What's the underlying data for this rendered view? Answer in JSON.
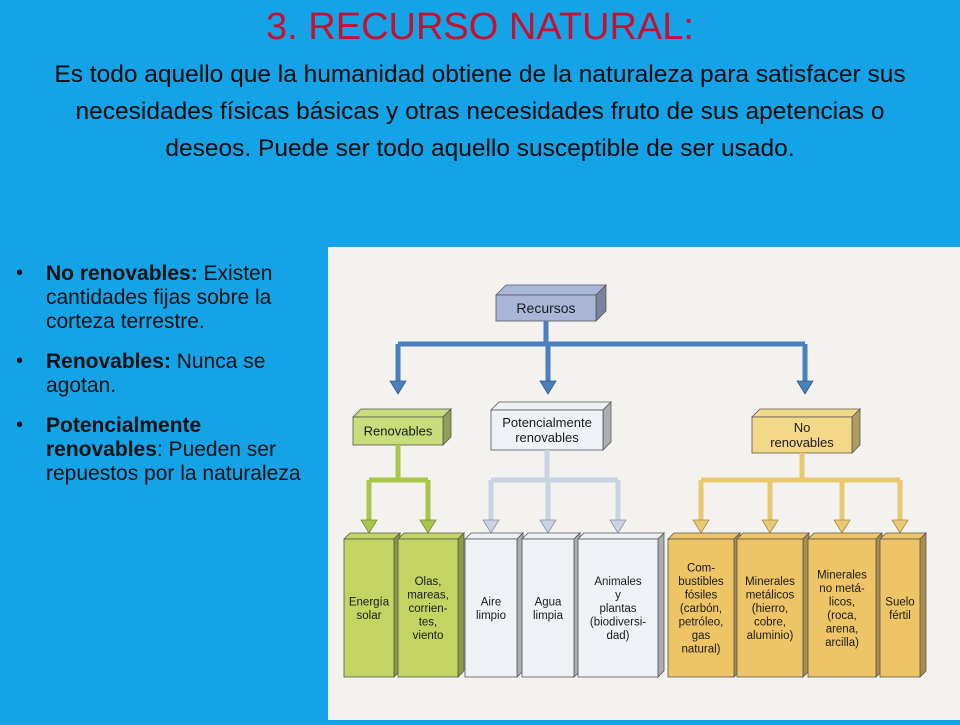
{
  "slide": {
    "title": "3. RECURSO NATURAL:",
    "intro": "Es todo aquello que la humanidad obtiene de la naturaleza para satisfacer sus necesidades físicas básicas y otras necesidades fruto de sus apetencias o deseos. Puede ser todo aquello susceptible de ser usado."
  },
  "bullets": [
    {
      "term": "No renovables:",
      "text": " Existen cantidades fijas sobre la corteza terrestre."
    },
    {
      "term": "Renovables:",
      "text": " Nunca se agotan."
    },
    {
      "term": "Potencialmente renovables",
      "text": ": Pueden ser repuestos por la naturaleza"
    }
  ],
  "diagram": {
    "root": {
      "lines": [
        "Recursos"
      ]
    },
    "categories": [
      {
        "key": "renovables",
        "lines": [
          "Renovables"
        ],
        "color": "#c9dd7a",
        "items": [
          {
            "lines": [
              "Energía",
              "solar"
            ]
          },
          {
            "lines": [
              "Olas,",
              "mareas,",
              "corrien-",
              "tes,",
              "viento"
            ]
          }
        ]
      },
      {
        "key": "potencialmente",
        "lines": [
          "Potencialmente",
          "renovables"
        ],
        "color": "#eef2f7",
        "items": [
          {
            "lines": [
              "Aire",
              "limpio"
            ]
          },
          {
            "lines": [
              "Agua",
              "limpia"
            ]
          },
          {
            "lines": [
              "Animales",
              "y",
              "plantas",
              "(biodiversi-",
              "dad)"
            ]
          }
        ]
      },
      {
        "key": "no-renovables",
        "lines": [
          "No",
          "renovables"
        ],
        "color": "#f3d987",
        "items": [
          {
            "lines": [
              "Com-",
              "bustibles",
              "fósiles",
              "(carbón,",
              "petróleo,",
              "gas",
              "natural)"
            ]
          },
          {
            "lines": [
              "Minerales",
              "metálicos",
              "(hierro,",
              "cobre,",
              "aluminio)"
            ]
          },
          {
            "lines": [
              "Minerales",
              "no metá-",
              "licos,",
              "(roca,",
              "arena,",
              "arcilla)"
            ]
          },
          {
            "lines": [
              "Suelo",
              "fértil"
            ]
          }
        ]
      }
    ],
    "colors": {
      "root_box": "#a8b6d8",
      "connector_top": "#4a7fc0",
      "connector_renovables": "#a9c54a",
      "connector_potencialmente": "#c8d3e3",
      "connector_no_renovables": "#e9c870",
      "leaf_renovables": "#c3d462",
      "leaf_potencialmente": "#eef1f5",
      "leaf_no_renovables": "#eec566"
    }
  }
}
